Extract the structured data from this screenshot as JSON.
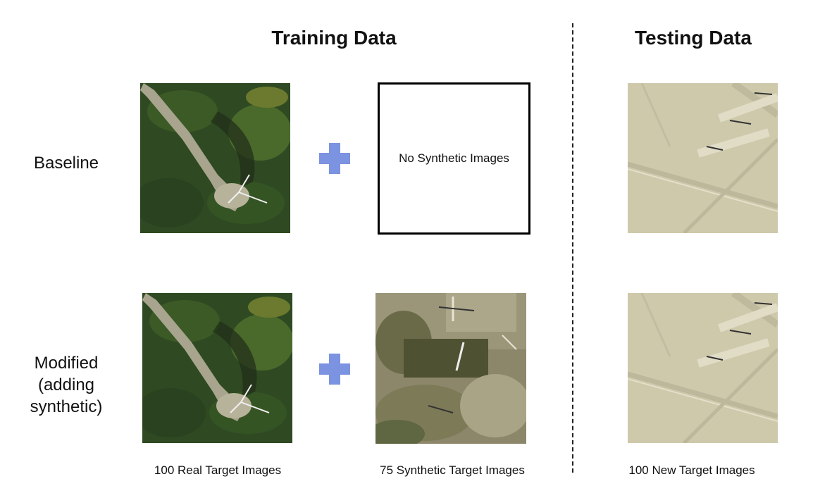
{
  "training_title": "Training Data",
  "testing_title": "Testing Data",
  "rows": {
    "baseline_label": "Baseline",
    "modified_label_lines": [
      "Modified",
      "(adding",
      "synthetic)"
    ]
  },
  "placeholder_text": "No Synthetic Images",
  "captions": {
    "real": "100 Real Target Images",
    "synthetic": "75 Synthetic Target Images",
    "testing": "100 New Target Images"
  },
  "colors": {
    "plus": "#7b93e0",
    "forest": "#2f4a22",
    "desert": "#d3cdb0"
  },
  "icons": [
    "plus-icon"
  ]
}
